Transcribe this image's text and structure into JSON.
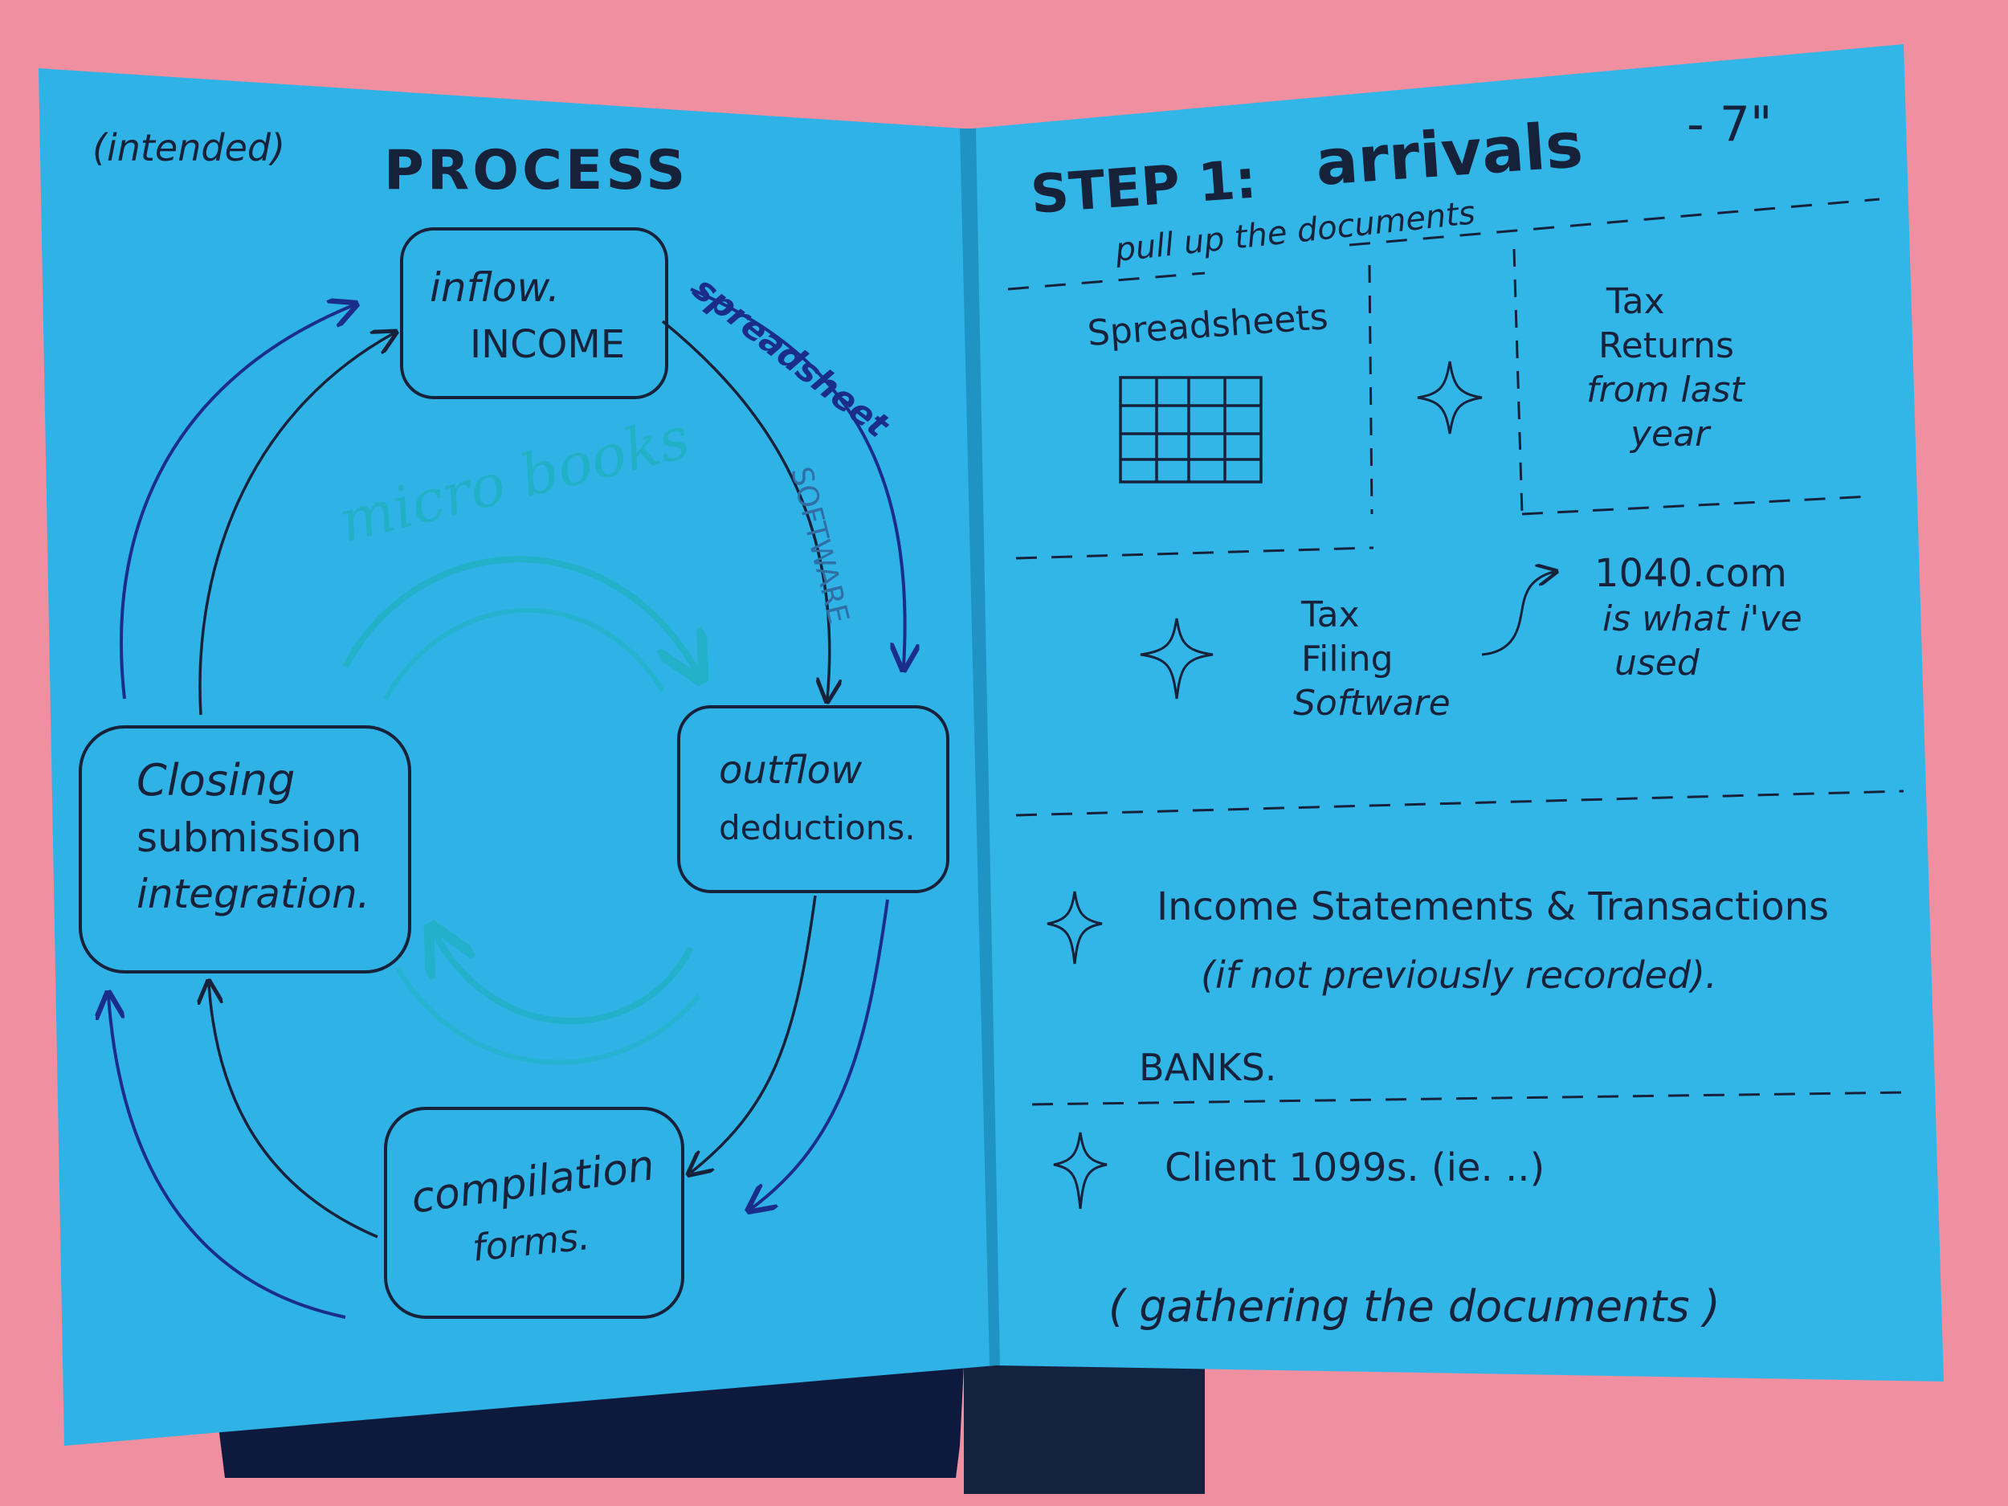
{
  "left_page": {
    "intended": "(intended)",
    "heading": "PROCESS",
    "nodes": {
      "inflow": [
        "inflow.",
        "INCOME"
      ],
      "outflow": [
        "outflow",
        "deductions."
      ],
      "compilation": [
        "compilation",
        "forms."
      ],
      "closing": [
        "Closing",
        "submission",
        "integration."
      ]
    },
    "arrow_labels": {
      "spreadsheet": "spreadsheet",
      "software": "SOFTWARE"
    },
    "center_label": "micro books"
  },
  "right_page": {
    "heading": "STEP 1:",
    "heading_emphasis": "arrivals",
    "page_marker": "- 7\"",
    "subtitle": "pull up the documents",
    "spreadsheets_label": "Spreadsheets",
    "tax_returns": [
      "Tax",
      "Returns",
      "from last",
      "year"
    ],
    "tax_software": [
      "Tax",
      "Filing",
      "Software"
    ],
    "note_1040": [
      "1040.com",
      "is what i've",
      "used"
    ],
    "income_statements": [
      "Income Statements & Transactions",
      "(if not previously recorded)."
    ],
    "banks": "BANKS.",
    "client_1099": "Client 1099s. (ie. ..)",
    "gathering": "( gathering the documents )"
  },
  "colors": {
    "background": "#ef8fa0",
    "paper": "#2fb3e6",
    "ink_dark": "#16213a",
    "ink_blue": "#1a2d8a",
    "teal": "#1fb0c0"
  },
  "icons": {
    "grid": "spreadsheet-grid-icon",
    "sparkle": "sparkle-icon",
    "arrow": "arrow-icon"
  }
}
